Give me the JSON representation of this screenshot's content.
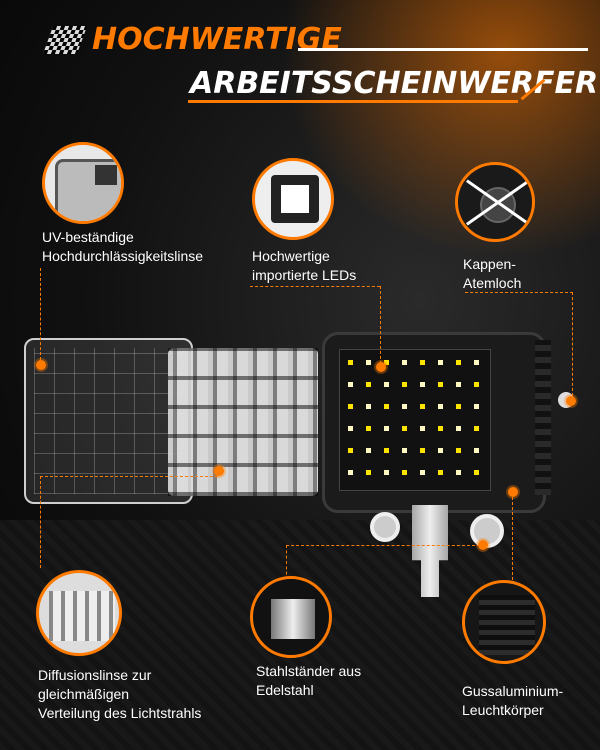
{
  "title": {
    "line1": "HOCHWERTIGE",
    "line2": "ARBEITSSCHEINWERFER"
  },
  "features": [
    {
      "id": "lens",
      "lines": [
        "UV-beständige",
        "Hochdurchlässigkeitslinse"
      ]
    },
    {
      "id": "leds",
      "lines": [
        "Hochwertige",
        "importierte LEDs"
      ]
    },
    {
      "id": "cap",
      "lines": [
        "Kappen-",
        "Atemloch"
      ]
    },
    {
      "id": "diffusion",
      "lines": [
        "Diffusionslinse zur",
        "gleichmäßigen",
        "Verteilung des Lichtstrahls"
      ]
    },
    {
      "id": "stand",
      "lines": [
        "Stahlständer aus",
        "Edelstahl"
      ]
    },
    {
      "id": "body",
      "lines": [
        "Gussaluminium-",
        "Leuchtkörper"
      ]
    }
  ],
  "colors": {
    "accent": "#ff7a00",
    "background": "#111111"
  }
}
